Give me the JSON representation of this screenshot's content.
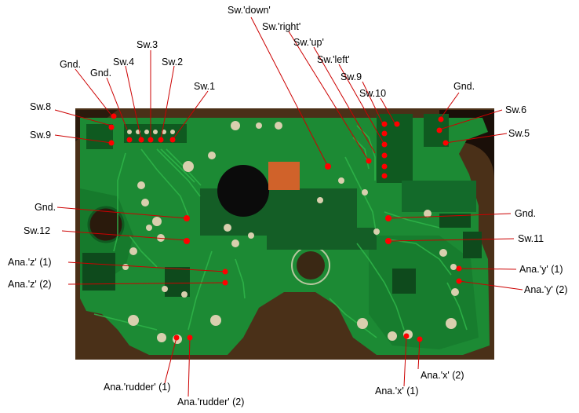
{
  "colors": {
    "background": "#ffffff",
    "board_backdrop": "#4a3018",
    "board_green": "#1c8a34",
    "board_green_dark": "#0f5a20",
    "trace": "#2fb64a",
    "pad": "#d9cfae",
    "leader_line": "#cc0000",
    "marker": "#ff0000",
    "label_text": "#000000"
  },
  "labels": [
    {
      "id": "sw-down",
      "text": "Sw.'down'"
    },
    {
      "id": "sw-right",
      "text": "Sw.'right'"
    },
    {
      "id": "sw-up",
      "text": "Sw.'up'"
    },
    {
      "id": "sw-left",
      "text": "Sw.'left'"
    },
    {
      "id": "sw-9-right",
      "text": "Sw.9"
    },
    {
      "id": "sw-10",
      "text": "Sw.10"
    },
    {
      "id": "gnd-top-right",
      "text": "Gnd."
    },
    {
      "id": "sw-6",
      "text": "Sw.6"
    },
    {
      "id": "sw-5",
      "text": "Sw.5"
    },
    {
      "id": "sw-3",
      "text": "Sw.3"
    },
    {
      "id": "sw-4",
      "text": "Sw.4"
    },
    {
      "id": "sw-2",
      "text": "Sw.2"
    },
    {
      "id": "sw-1",
      "text": "Sw.1"
    },
    {
      "id": "gnd-top-left-1",
      "text": "Gnd."
    },
    {
      "id": "gnd-top-left-2",
      "text": "Gnd."
    },
    {
      "id": "sw-8",
      "text": "Sw.8"
    },
    {
      "id": "sw-9-left",
      "text": "Sw.9"
    },
    {
      "id": "gnd-left",
      "text": "Gnd."
    },
    {
      "id": "sw-12",
      "text": "Sw.12"
    },
    {
      "id": "ana-z-1",
      "text": "Ana.'z' (1)"
    },
    {
      "id": "ana-z-2",
      "text": "Ana.'z' (2)"
    },
    {
      "id": "gnd-right",
      "text": "Gnd."
    },
    {
      "id": "sw-11",
      "text": "Sw.11"
    },
    {
      "id": "ana-y-1",
      "text": "Ana.'y' (1)"
    },
    {
      "id": "ana-y-2",
      "text": "Ana.'y' (2)"
    },
    {
      "id": "ana-rudder-1",
      "text": "Ana.'rudder' (1)"
    },
    {
      "id": "ana-rudder-2",
      "text": "Ana.'rudder' (2)"
    },
    {
      "id": "ana-x-1",
      "text": "Ana.'x' (1)"
    },
    {
      "id": "ana-x-2",
      "text": "Ana.'x' (2)"
    }
  ]
}
